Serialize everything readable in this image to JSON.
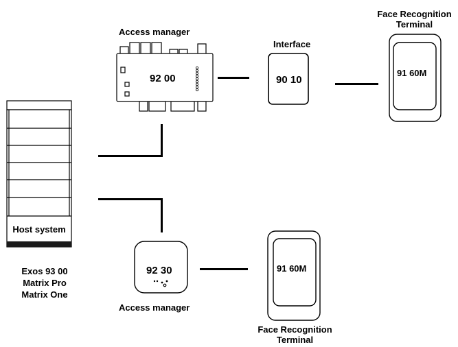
{
  "access_manager_top": {
    "title": "Access manager",
    "code": "92 00"
  },
  "interface": {
    "title": "Interface",
    "code": "90 10"
  },
  "face_terminal_top": {
    "title_line1": "Face Recognition",
    "title_line2": "Terminal",
    "code": "91 60M"
  },
  "host": {
    "label": "Host system",
    "models": [
      "Exos 93 00",
      "Matrix  Pro",
      "Matrix One"
    ]
  },
  "access_manager_bottom": {
    "title": "Access manager",
    "code": "92 30"
  },
  "face_terminal_bottom": {
    "title_line1": "Face Recognition",
    "title_line2": "Terminal",
    "code": "91 60M"
  },
  "colors": {
    "line": "#000000",
    "host_base": "#1a1a1a"
  }
}
